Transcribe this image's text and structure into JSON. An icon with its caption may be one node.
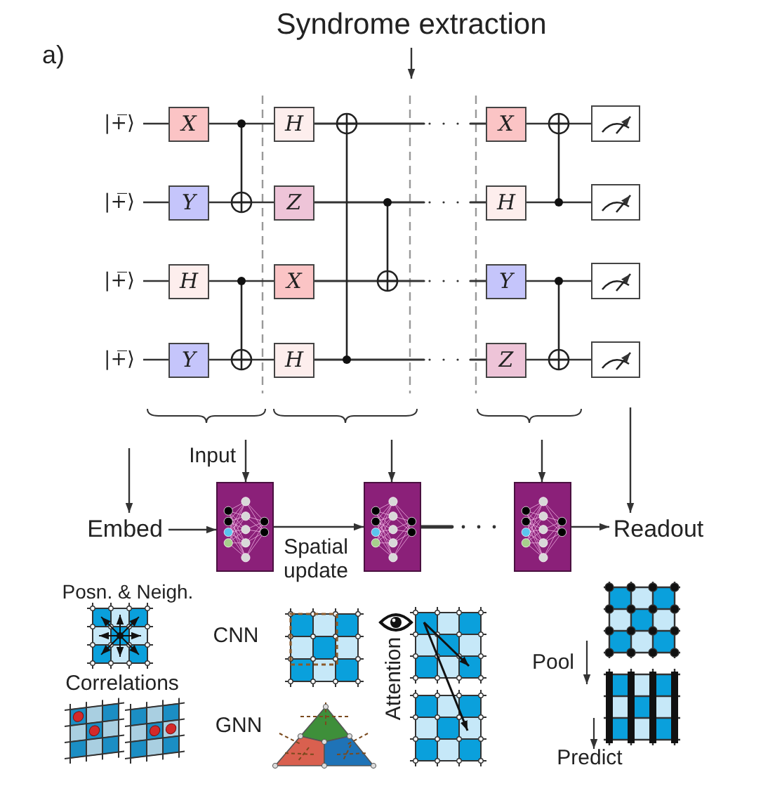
{
  "diagram": {
    "title": "Syndrome extraction",
    "nodes": [
      {
        "text": [
          "|+̅⟩"
        ]
      },
      {
        "text": [
          "X"
        ]
      },
      {
        "text": [
          "H"
        ]
      },
      {
        "text": [
          "X"
        ]
      },
      {
        "text": [],
        "shape": "box"
      },
      {
        "text": [
          "|+̅⟩"
        ]
      },
      {
        "text": [
          "Y"
        ]
      },
      {
        "text": [
          "Z"
        ]
      },
      {
        "text": [
          "H"
        ]
      },
      {
        "text": [],
        "shape": "box"
      },
      {
        "text": [
          "|+̅⟩"
        ]
      },
      {
        "text": [
          "H"
        ]
      },
      {
        "text": [
          "X"
        ]
      },
      {
        "text": [
          "Y"
        ]
      },
      {
        "text": [],
        "shape": "box"
      },
      {
        "text": [
          "|+̅⟩"
        ]
      },
      {
        "text": [
          "Y"
        ]
      },
      {
        "text": [
          "H"
        ]
      },
      {
        "text": [
          "Z"
        ]
      },
      {
        "text": [],
        "shape": "box"
      },
      {
        "text": [
          "Embed"
        ]
      },
      {
        "text": [],
        "shape": "picture"
      },
      {
        "text": [],
        "shape": "picture"
      },
      {
        "text": [],
        "shape": "picture"
      },
      {
        "text": [
          "Readout"
        ]
      }
    ],
    "edges": [
      {
        "from": 0,
        "to": 1,
        "arrow": "none"
      },
      {
        "from": 1,
        "to": 2,
        "arrow": "none"
      },
      {
        "from": 2,
        "to": 3,
        "arrow": "none",
        "style": "dashed"
      },
      {
        "from": 3,
        "to": 4,
        "arrow": "none"
      },
      {
        "from": 5,
        "to": 6,
        "arrow": "none"
      },
      {
        "from": 6,
        "to": 7,
        "arrow": "none"
      },
      {
        "from": 7,
        "to": 8,
        "arrow": "none",
        "style": "dashed"
      },
      {
        "from": 8,
        "to": 9,
        "arrow": "none"
      },
      {
        "from": 10,
        "to": 11,
        "arrow": "none"
      },
      {
        "from": 11,
        "to": 12,
        "arrow": "none"
      },
      {
        "from": 12,
        "to": 13,
        "arrow": "none",
        "style": "dashed"
      },
      {
        "from": 13,
        "to": 14,
        "arrow": "none"
      },
      {
        "from": 15,
        "to": 16,
        "arrow": "none"
      },
      {
        "from": 16,
        "to": 17,
        "arrow": "none"
      },
      {
        "from": 17,
        "to": 18,
        "arrow": "none",
        "style": "dashed"
      },
      {
        "from": 18,
        "to": 19,
        "arrow": "none"
      },
      {
        "from": null,
        "to": 20,
        "arrow": "to"
      },
      {
        "from": null,
        "to": 21,
        "arrow": "to",
        "label": "Input"
      },
      {
        "from": null,
        "to": 22,
        "arrow": "to"
      },
      {
        "from": null,
        "to": 23,
        "arrow": "to"
      },
      {
        "from": null,
        "to": 24,
        "arrow": "to"
      },
      {
        "from": 20,
        "to": 21,
        "arrow": "to"
      },
      {
        "from": 21,
        "to": 22,
        "arrow": "to",
        "label": "Spatial update"
      },
      {
        "from": 22,
        "to": 23,
        "arrow": "none",
        "style": "dashed"
      },
      {
        "from": 23,
        "to": 24,
        "arrow": "to"
      }
    ],
    "labels": [
      "a)",
      "Posn. & Neigh.",
      "Correlations",
      "CNN",
      "GNN",
      "Attention",
      "Pool",
      "Predict"
    ]
  }
}
